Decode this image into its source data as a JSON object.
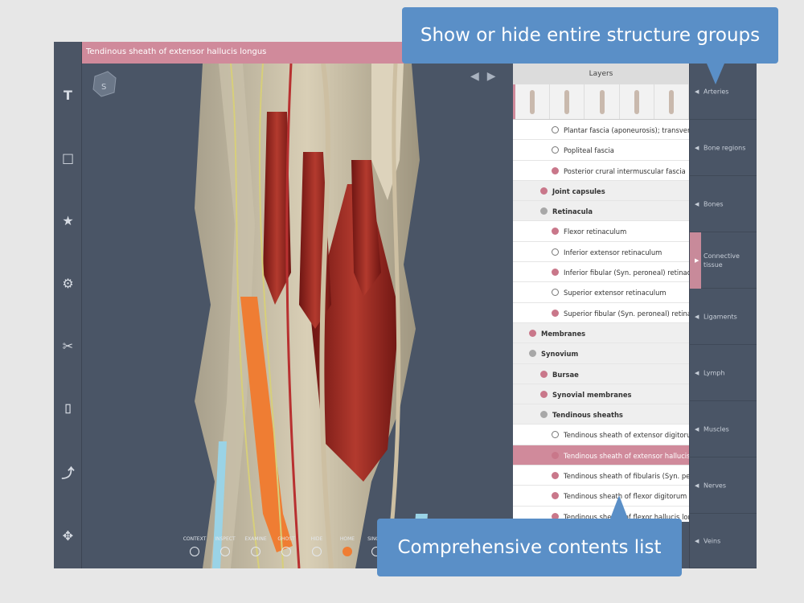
{
  "title": "Tendinous sheath of extensor hallucis longus",
  "colors": {
    "accent": "#d08a9b",
    "callout": "#5a8fc7",
    "sidebar": "#4a5566"
  },
  "toolbar": {
    "items": [
      {
        "icon": "text-icon",
        "glyph": "T"
      },
      {
        "icon": "crop-icon",
        "glyph": "□"
      },
      {
        "icon": "star-icon",
        "glyph": "★"
      },
      {
        "icon": "gear-icon",
        "glyph": "⚙"
      },
      {
        "icon": "tools-icon",
        "glyph": "✂"
      },
      {
        "icon": "camera-icon",
        "glyph": "⌷"
      },
      {
        "icon": "share-icon",
        "glyph": "⤴"
      },
      {
        "icon": "move-icon",
        "glyph": "✥"
      }
    ]
  },
  "viewport": {
    "cube_label": "S",
    "bottom": [
      "CONTEXT",
      "INSPECT",
      "EXAMINE",
      "GHOST",
      "HIDE",
      "HOME",
      "SINGLE"
    ]
  },
  "layers": {
    "header": "Layers",
    "rows": [
      {
        "label": "Plantar fascia (aponeurosis); transverse",
        "dot": "open",
        "indent": 2,
        "type": "item"
      },
      {
        "label": "Popliteal fascia",
        "dot": "open",
        "indent": 2,
        "type": "item"
      },
      {
        "label": "Posterior crural intermuscular fascia",
        "dot": "pink",
        "indent": 2,
        "type": "item"
      },
      {
        "label": "Joint capsules",
        "dot": "pink",
        "indent": 1,
        "type": "grp"
      },
      {
        "label": "Retinacula",
        "dot": "gray",
        "indent": 1,
        "type": "grp"
      },
      {
        "label": "Flexor retinaculum",
        "dot": "pink",
        "indent": 2,
        "type": "item"
      },
      {
        "label": "Inferior extensor retinaculum",
        "dot": "open",
        "indent": 2,
        "type": "item"
      },
      {
        "label": "Inferior fibular (Syn. peroneal) retinaculum",
        "dot": "pink",
        "indent": 2,
        "type": "item"
      },
      {
        "label": "Superior extensor retinaculum",
        "dot": "open",
        "indent": 2,
        "type": "item"
      },
      {
        "label": "Superior fibular (Syn. peroneal) retinaculum",
        "dot": "pink",
        "indent": 2,
        "type": "item"
      },
      {
        "label": "Membranes",
        "dot": "pink",
        "indent": 0,
        "type": "grp"
      },
      {
        "label": "Synovium",
        "dot": "gray",
        "indent": 0,
        "type": "grp"
      },
      {
        "label": "Bursae",
        "dot": "pink",
        "indent": 1,
        "type": "grp"
      },
      {
        "label": "Synovial membranes",
        "dot": "pink",
        "indent": 1,
        "type": "grp"
      },
      {
        "label": "Tendinous sheaths",
        "dot": "gray",
        "indent": 1,
        "type": "grp"
      },
      {
        "label": "Tendinous sheath of extensor digitorum",
        "dot": "open",
        "indent": 2,
        "type": "item"
      },
      {
        "label": "Tendinous sheath of extensor hallucis",
        "dot": "pink",
        "indent": 2,
        "type": "sel"
      },
      {
        "label": "Tendinous sheath of fibularis (Syn. peroneus)",
        "dot": "pink",
        "indent": 2,
        "type": "item"
      },
      {
        "label": "Tendinous sheath of flexor digitorum",
        "dot": "pink",
        "indent": 2,
        "type": "item"
      },
      {
        "label": "Tendinous sheath of flexor hallucis longus",
        "dot": "pink",
        "indent": 2,
        "type": "item"
      }
    ]
  },
  "categories": [
    {
      "name": "Arteries",
      "active": false
    },
    {
      "name": "Bone regions",
      "active": false
    },
    {
      "name": "Bones",
      "active": false
    },
    {
      "name": "Connective tissue",
      "active": true
    },
    {
      "name": "Ligaments",
      "active": false
    },
    {
      "name": "Lymph",
      "active": false
    },
    {
      "name": "Muscles",
      "active": false
    },
    {
      "name": "Nerves",
      "active": false
    },
    {
      "name": "Veins",
      "active": false
    }
  ],
  "callouts": {
    "top": "Show or hide entire structure groups",
    "bottom": "Comprehensive contents list"
  }
}
